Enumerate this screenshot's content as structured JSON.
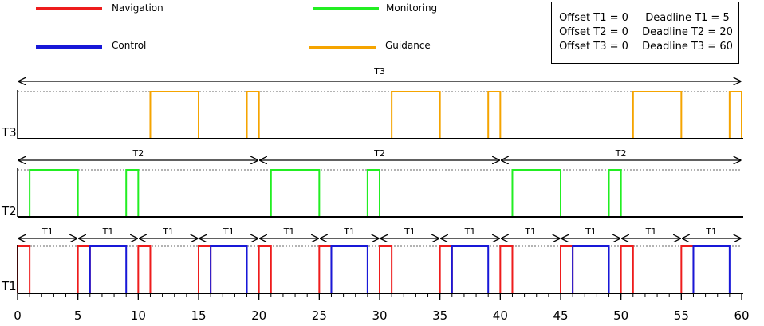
{
  "legend": [
    {
      "label": "Navigation",
      "color": "#ee1c1c"
    },
    {
      "label": "Monitoring",
      "color": "#22ee22"
    },
    {
      "label": "Control",
      "color": "#1818d8"
    },
    {
      "label": "Guidance",
      "color": "#f5a400"
    }
  ],
  "info": {
    "offsets": [
      "Offset T1 = 0",
      "Offset T2 = 0",
      "Offset T3 = 0"
    ],
    "deadlines": [
      "Deadline T1 = 5",
      "Deadline T2 = 20",
      "Deadline T3 = 60"
    ]
  },
  "axis": {
    "min": 0,
    "max": 60,
    "major_ticks": [
      0,
      5,
      10,
      15,
      20,
      25,
      30,
      35,
      40,
      45,
      50,
      55,
      60
    ],
    "minor_step": 1
  },
  "rows": [
    {
      "label": "T3",
      "period_label": "T3",
      "period": 60,
      "color": "#f5a400",
      "pulses": [
        [
          11,
          15
        ],
        [
          19,
          20
        ],
        [
          31,
          35
        ],
        [
          39,
          40
        ],
        [
          51,
          55
        ],
        [
          59,
          60
        ]
      ]
    },
    {
      "label": "T2",
      "period_label": "T2",
      "period": 20,
      "color": "#22ee22",
      "pulses": [
        [
          1,
          5
        ],
        [
          9,
          10
        ],
        [
          21,
          25
        ],
        [
          29,
          30
        ],
        [
          41,
          45
        ],
        [
          49,
          50
        ]
      ]
    },
    {
      "label": "T1",
      "period_label": "T1",
      "period": 5,
      "pulse_groups": [
        {
          "task": "Navigation",
          "color": "#ee1c1c",
          "pulses": [
            [
              0,
              1
            ],
            [
              5,
              6
            ],
            [
              10,
              11
            ],
            [
              15,
              16
            ],
            [
              20,
              21
            ],
            [
              25,
              26
            ],
            [
              30,
              31
            ],
            [
              35,
              36
            ],
            [
              40,
              41
            ],
            [
              45,
              46
            ],
            [
              50,
              51
            ],
            [
              55,
              56
            ]
          ]
        },
        {
          "task": "Control",
          "color": "#1818d8",
          "pulses": [
            [
              6,
              9
            ],
            [
              16,
              19
            ],
            [
              26,
              29
            ],
            [
              36,
              39
            ],
            [
              46,
              49
            ],
            [
              56,
              59
            ]
          ]
        }
      ]
    }
  ]
}
